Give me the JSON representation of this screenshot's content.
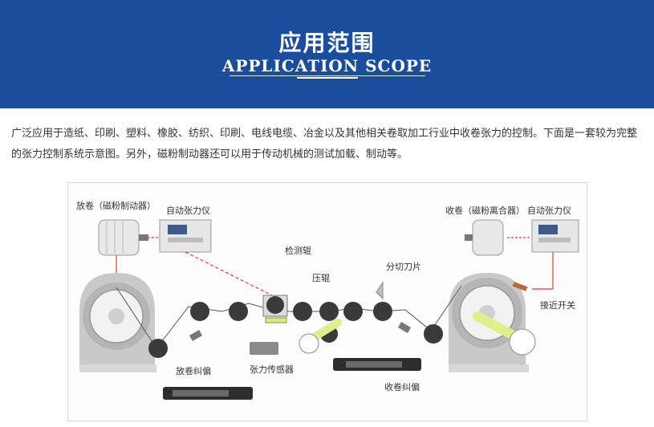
{
  "banner": {
    "title": "应用范围",
    "subtitle": "APPLICATION SCOPE"
  },
  "intro": {
    "text": "广泛应用于造纸、印刷、塑料、橡胶、纺织、印刷、电线电缆、冶金以及其他相关卷取加工行业中收卷张力的控制。下面是一套较为完整的张力控制系统示意图。另外，磁粉制动器还可以用于传动机械的测试加载、制动等。"
  },
  "diagram": {
    "labels": {
      "unwind": "放卷（磁粉制动器）",
      "controller_left": "自动张力仪",
      "rewind": "收卷（磁粉离合器）",
      "controller_right": "自动张力仪",
      "detection_roller": "检测辊",
      "pressure_roller": "压辊",
      "slitting_blade": "分切刀片",
      "proximity_switch": "接近开关",
      "tension_sensor": "张力传感器",
      "unwind_epc": "放卷纠偏",
      "rewind_epc": "收卷纠偏"
    },
    "colors": {
      "banner": "#1a4d9c",
      "signal_line": "#e23c3c",
      "arm": "#dff08a",
      "machine_grey": "#c9c9c9"
    }
  }
}
